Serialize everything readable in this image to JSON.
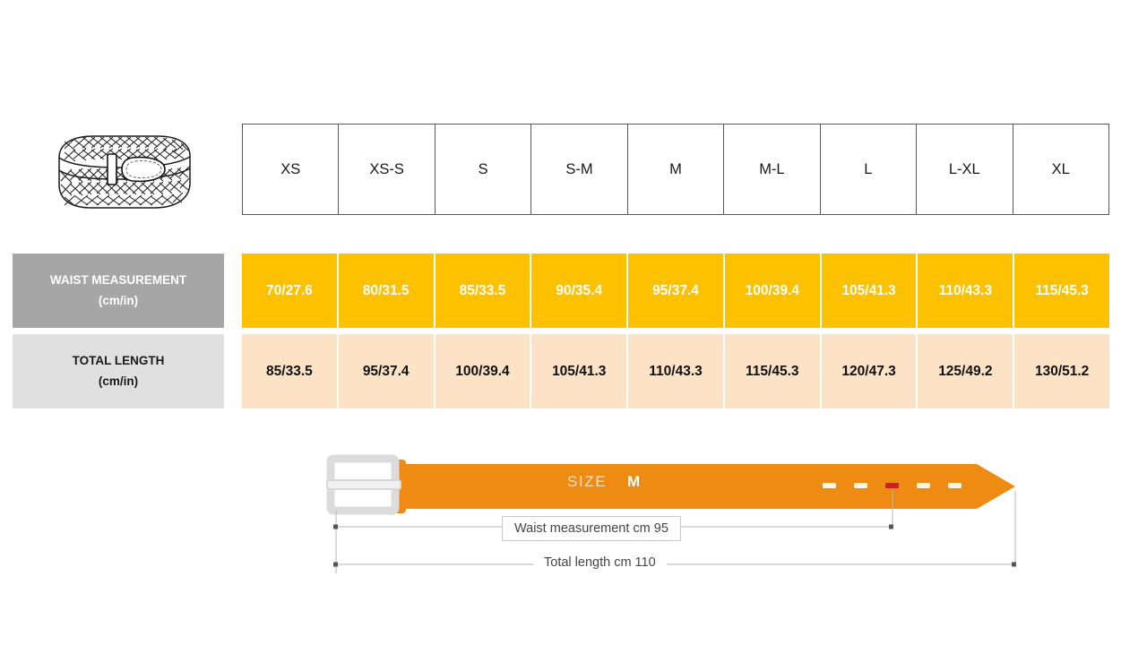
{
  "product_icon": {
    "name": "braided-belt-illustration",
    "description": "Rolled braided belt line drawing"
  },
  "table": {
    "size_headers": [
      "XS",
      "XS-S",
      "S",
      "S-M",
      "M",
      "M-L",
      "L",
      "L-XL",
      "XL"
    ],
    "rows": [
      {
        "label_line1": "WAIST MEASUREMENT",
        "label_line2": "(cm/in)",
        "label_bg": "#a6a6a6",
        "label_color": "#ffffff",
        "cell_bg": "#fcc100",
        "cell_color": "#ffffff",
        "values": [
          "70/27.6",
          "80/31.5",
          "85/33.5",
          "90/35.4",
          "95/37.4",
          "100/39.4",
          "105/41.3",
          "110/43.3",
          "115/45.3"
        ]
      },
      {
        "label_line1": "TOTAL LENGTH",
        "label_line2": "(cm/in)",
        "label_bg": "#e0e0e0",
        "label_color": "#1a1a1a",
        "cell_bg": "#fce3c6",
        "cell_color": "#111111",
        "values": [
          "85/33.5",
          "95/37.4",
          "100/39.4",
          "105/41.3",
          "110/43.3",
          "115/45.3",
          "120/47.3",
          "125/49.2",
          "130/51.2"
        ]
      }
    ]
  },
  "diagram": {
    "size_caption": "SIZE",
    "size_value": "M",
    "waist_label": "Waist measurement cm 95",
    "total_label": "Total length cm 110",
    "belt_color": "#ee8b13",
    "keeper_color": "#f08a14",
    "buckle_color": "#e2e2e2",
    "active_hole_color": "#cc1f1f",
    "hole_color": "#fdf5e4",
    "hole_count": 5,
    "active_hole_index": 2
  }
}
